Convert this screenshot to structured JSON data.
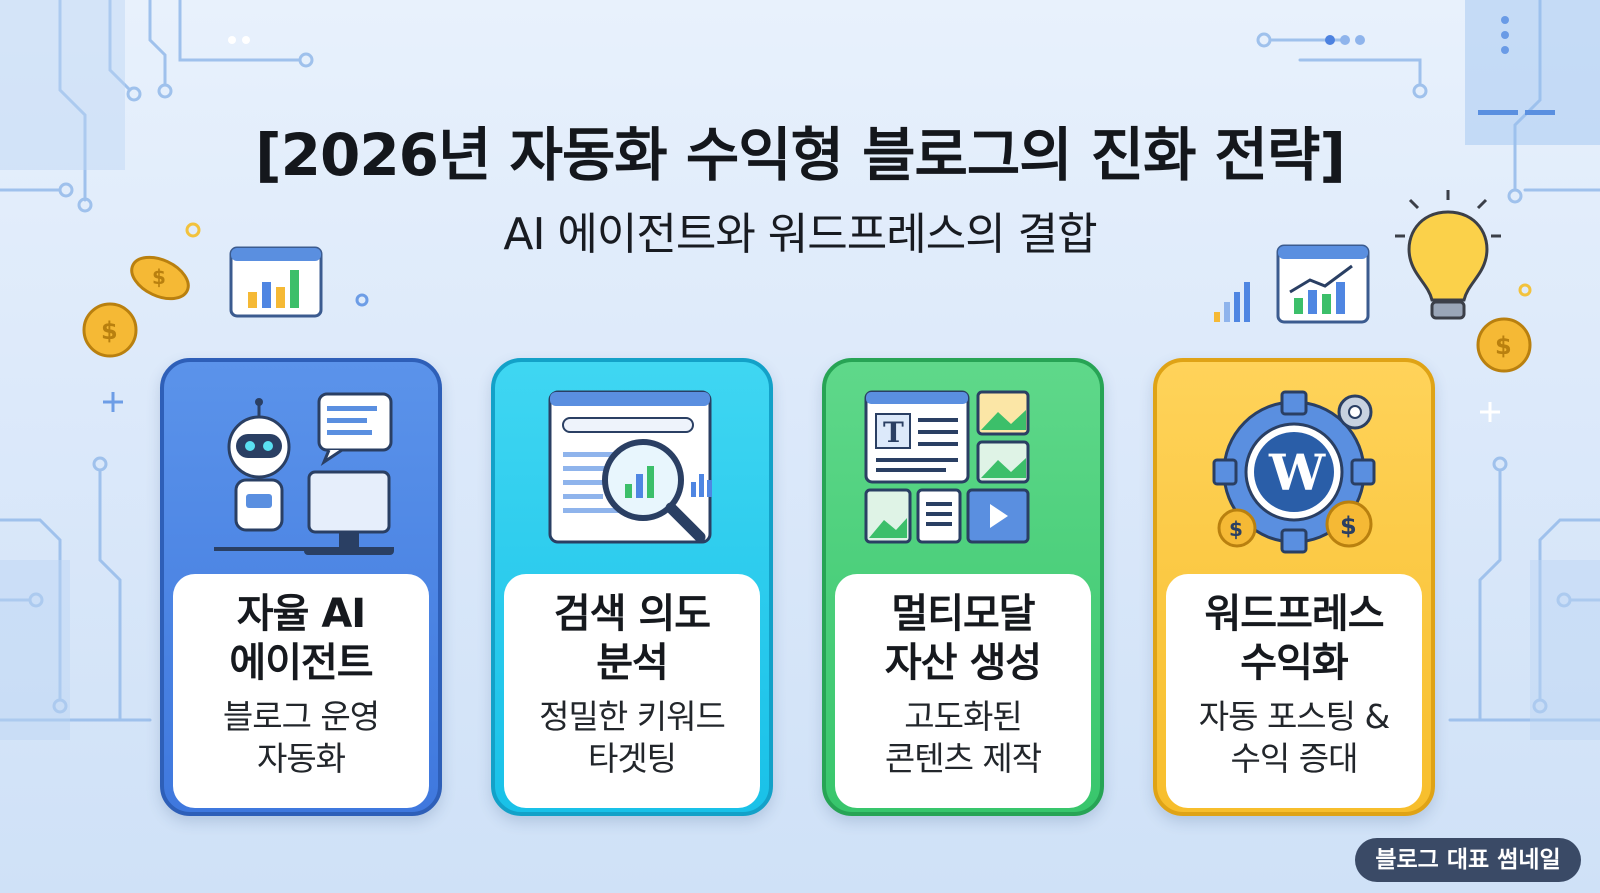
{
  "header": {
    "title": "[2026년 자동화 수익형 블로그의 진화 전략]",
    "subtitle": "AI 에이전트와 워드프레스의 결합"
  },
  "cards": [
    {
      "title_line1": "자율 AI",
      "title_line2": "에이전트",
      "desc_line1": "블로그 운영",
      "desc_line2": "자동화",
      "icon": "robot-icon",
      "color": "#4a84e4"
    },
    {
      "title_line1": "검색 의도",
      "title_line2": "분석",
      "desc_line1": "정밀한 키워드",
      "desc_line2": "타겟팅",
      "icon": "magnifier-icon",
      "color": "#22c8ee"
    },
    {
      "title_line1": "멀티모달",
      "title_line2": "자산 생성",
      "desc_line1": "고도화된",
      "desc_line2": "콘텐츠 제작",
      "icon": "media-assets-icon",
      "color": "#46cd77"
    },
    {
      "title_line1": "워드프레스",
      "title_line2": "수익화",
      "desc_line1": "자동 포스팅 &",
      "desc_line2": "수익 증대",
      "icon": "wordpress-gear-icon",
      "color": "#fbc63f"
    }
  ],
  "badge": {
    "label": "블로그 대표 썸네일"
  },
  "icons": {
    "w_glyph": "W",
    "t_glyph": "T",
    "coin_glyph": "$"
  }
}
